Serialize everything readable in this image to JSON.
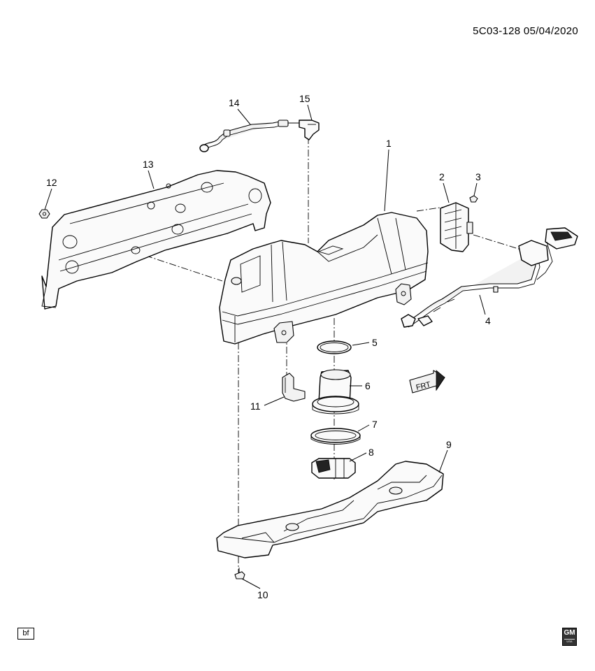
{
  "header": {
    "doc_id": "5C03-128  05/04/2020"
  },
  "footer": {
    "left_tag": "bf",
    "logo_text": "GM",
    "logo_subtext": "USA"
  },
  "callouts": {
    "c1": "1",
    "c2": "2",
    "c3": "3",
    "c4": "4",
    "c5": "5",
    "c6": "6",
    "c7": "7",
    "c8": "8",
    "c9": "9",
    "c10": "10",
    "c11": "11",
    "c12": "12",
    "c13": "13",
    "c14": "14",
    "c15": "15"
  },
  "front_indicator": {
    "label": "FRT"
  },
  "icons": {
    "logo": "gm-logo-icon",
    "front": "front-arrow-icon"
  }
}
